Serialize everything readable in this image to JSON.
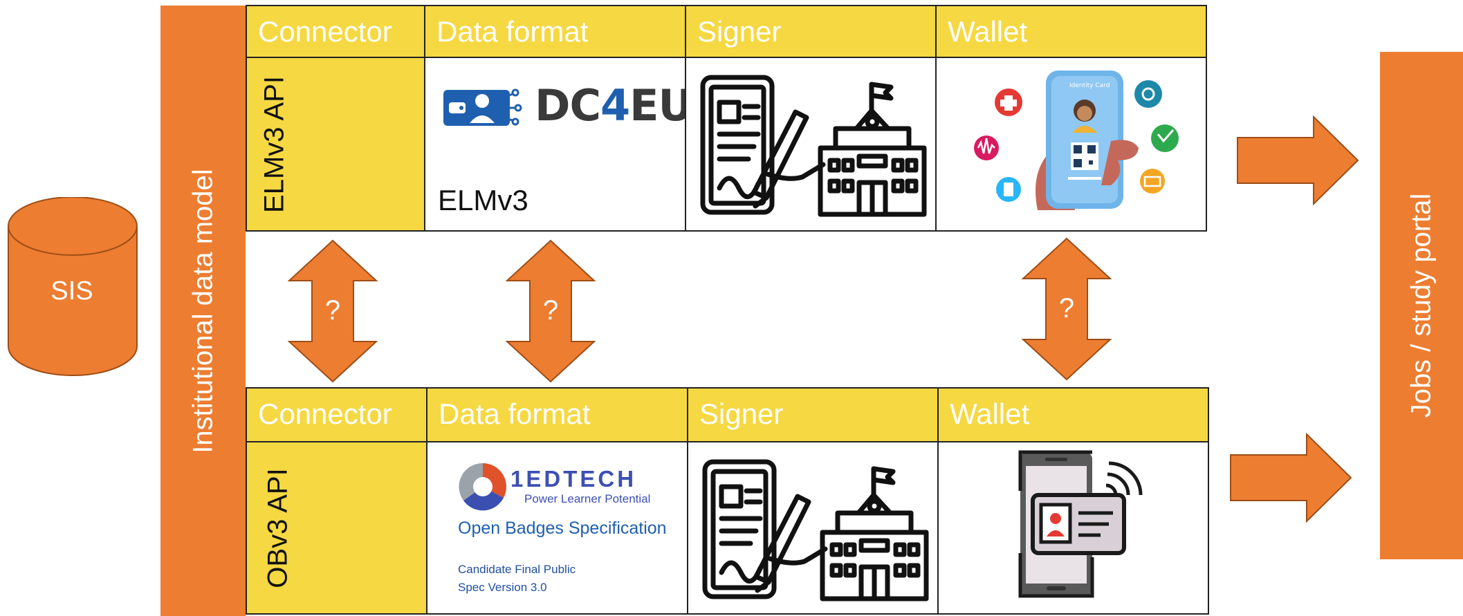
{
  "sis": {
    "label": "SIS"
  },
  "left_bar": {
    "label": "Institutional data model"
  },
  "right_bar": {
    "label": "Jobs / study portal"
  },
  "elm_table": {
    "headers": [
      "Connector",
      "Data format",
      "Signer",
      "Wallet"
    ],
    "api_label": "ELMv3 API",
    "data_format_logo_text": {
      "dc": "DC",
      "four": "4",
      "eu": "EU"
    },
    "data_format_caption": "ELMv3",
    "wallet_card_title": "Identity Card"
  },
  "obv_table": {
    "headers": [
      "Connector",
      "Data format",
      "Signer",
      "Wallet"
    ],
    "api_label": "OBv3 API",
    "data_format_logo_word": "1EDTECH",
    "data_format_logo_tagline": "Power Learner Potential",
    "data_format_title": "Open Badges Specification",
    "data_format_sub1": "Candidate Final Public",
    "data_format_sub2": "Spec Version 3.0"
  },
  "arrows": {
    "question_mark": "?"
  },
  "colors": {
    "orange": "#ED7D31",
    "yellow": "#F5D842",
    "blue": "#1F5FAF"
  }
}
